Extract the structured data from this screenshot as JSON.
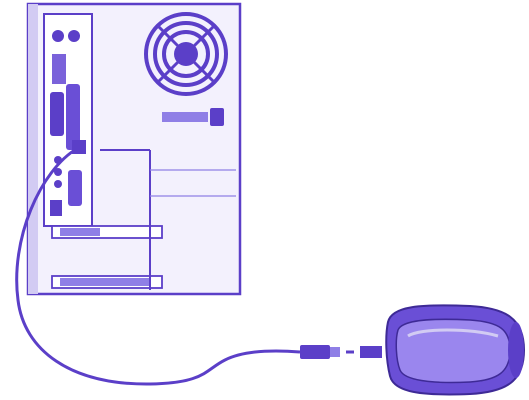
{
  "colors": {
    "ink": "#5b3fc8",
    "ink_light": "#8f7fe6",
    "ink_pale": "#d2cbf3",
    "device_fill": "#6a4fd6",
    "device_inner": "#9a86ee",
    "background": "#ffffff"
  },
  "diagram": {
    "nodes": [
      {
        "id": "computer-tower",
        "label": ""
      },
      {
        "id": "cable",
        "label": ""
      },
      {
        "id": "usb-plug",
        "label": ""
      },
      {
        "id": "usb-device",
        "label": ""
      }
    ],
    "edges": [
      {
        "from": "computer-tower",
        "to": "usb-device",
        "via": "cable"
      }
    ]
  }
}
